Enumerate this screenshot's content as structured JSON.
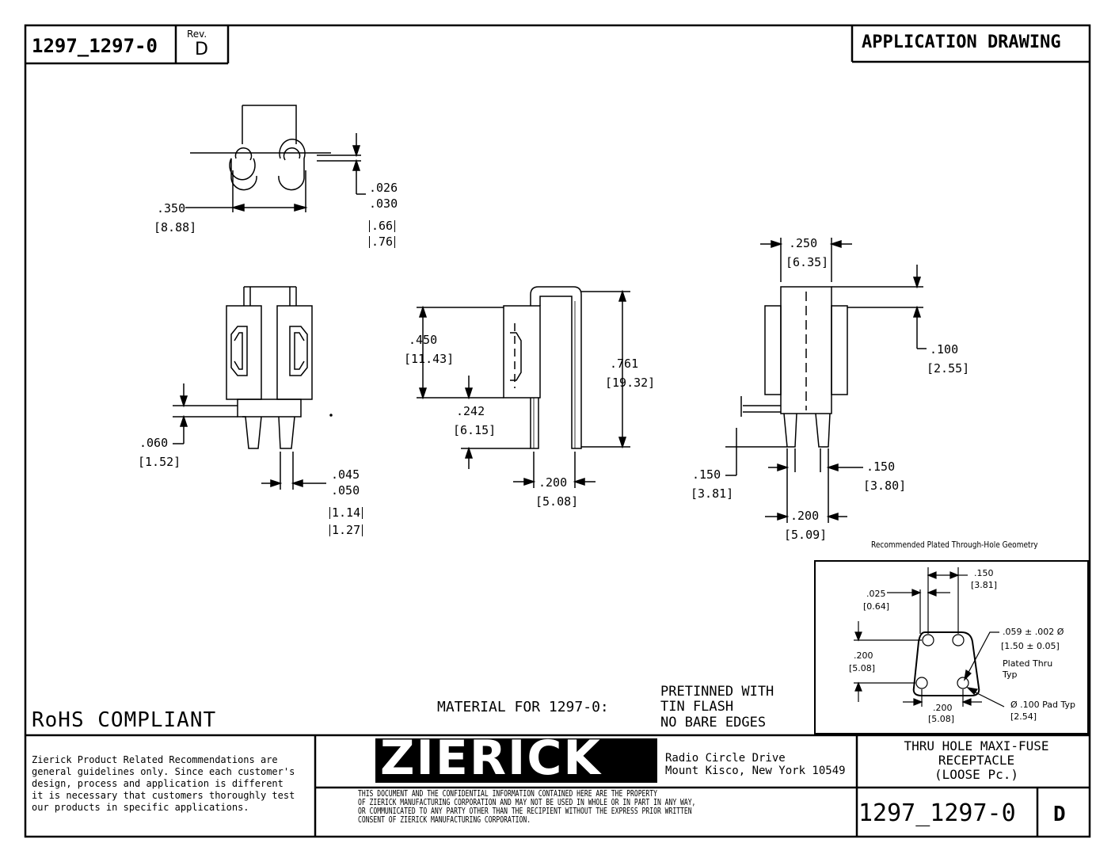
{
  "title_block": {
    "part_number": "1297_1297-0",
    "rev_label": "Rev.",
    "rev_value": "D",
    "drawing_type": "APPLICATION DRAWING",
    "rohs": "RoHS COMPLIANT",
    "material_label": "MATERIAL FOR 1297-0:",
    "material_lines": [
      "PRETINNED WITH",
      "TIN FLASH",
      "NO BARE EDGES"
    ],
    "disclaimer_lines": [
      "Zierick Product Related Recommendations are",
      "general guidelines only. Since each customer's",
      "design, process and application is different",
      "it is necessary that customers thoroughly test",
      "our products in specific applications."
    ],
    "company_logo": "ZIERICK",
    "address_lines": [
      "Radio Circle Drive",
      "Mount Kisco, New York 10549"
    ],
    "legal_lines": [
      "THIS DOCUMENT AND THE CONFIDENTIAL INFORMATION CONTAINED HERE ARE THE PROPERTY",
      "OF ZIERICK MANUFACTURING CORPORATION AND MAY NOT BE USED IN WHOLE OR IN PART IN ANY WAY,",
      "OR COMMUNICATED TO ANY PARTY OTHER THAN THE RECIPIENT WITHOUT THE EXPRESS PRIOR WRITTEN",
      "CONSENT OF ZIERICK MANUFACTURING CORPORATION."
    ],
    "description_lines": [
      "THRU HOLE MAXI-FUSE",
      "RECEPTACLE",
      "(LOOSE Pc.)"
    ],
    "bottom_part_number": "1297_1297-0",
    "bottom_rev": "D"
  },
  "dimensions": {
    "top_view": {
      "width_in": ".350",
      "width_mm": "[8.88]",
      "thk_in_1": ".026",
      "thk_in_2": ".030",
      "thk_mm_1": ".66",
      "thk_mm_2": ".76"
    },
    "front_view": {
      "lead_in": ".060",
      "lead_mm": "[1.52]",
      "pin_in_1": ".045",
      "pin_in_2": ".050",
      "pin_mm_1": "1.14",
      "pin_mm_2": "1.27"
    },
    "side_view": {
      "body_in": ".450",
      "body_mm": "[11.43]",
      "tail_in": ".242",
      "tail_mm": "[6.15]",
      "total_in": ".761",
      "total_mm": "[19.32]",
      "pitch_in": ".200",
      "pitch_mm": "[5.08]"
    },
    "end_view": {
      "top_in": ".250",
      "top_mm": "[6.35]",
      "step_in": ".100",
      "step_mm": "[2.55]",
      "stand_in": ".150",
      "stand_mm": "[3.81]",
      "pin_in": ".150",
      "pin_mm": "[3.80]",
      "pitch_in": ".200",
      "pitch_mm": "[5.09]"
    },
    "pcb": {
      "caption": "Recommended Plated Through-Hole Geometry",
      "top_in": ".150",
      "top_mm": "[3.81]",
      "offset_in": ".025",
      "offset_mm": "[0.64]",
      "hole_in": ".059 ± .002  Ø",
      "hole_mm": "[1.50 ± 0.05]",
      "plated": "Plated Thru",
      "typ": "Typ",
      "height_in": ".200",
      "height_mm": "[5.08]",
      "bottom_in": ".200",
      "bottom_mm": "[5.08]",
      "pad_in": "Ø .100 Pad Typ",
      "pad_mm": "[2.54]"
    }
  }
}
